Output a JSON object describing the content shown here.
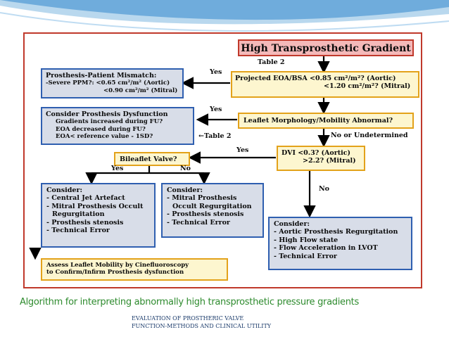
{
  "boxes": {
    "high_gradient": "High Transprosthetic Gradient",
    "eoa_bsa": [
      "Projected EOA/BSA <0.85 cm²/m²? (Aortic)",
      "<1.20 cm²/m²? (Mitral)"
    ],
    "ppm": [
      "Prosthesis-Patient Mismatch:",
      "-Severe PPM?: <0.65 cm²/m² (Aortic)",
      "<0.90 cm²/m² (Mitral)"
    ],
    "leaflet": "Leaflet Morphology/Mobility Abnormal?",
    "dysfunction": [
      "Consider Prosthesis Dysfunction",
      "Gradients increased during FU?",
      "EOA decreased during FU?",
      "EOA< reference value - 1SD?"
    ],
    "dvi": [
      "DVI <0.3? (Aortic)",
      ">2.2? (Mitral)"
    ],
    "bileaflet": "Bileaflet Valve?",
    "consider_left": [
      "Consider:",
      "- Central Jet Artefact",
      "- Mitral Prosthesis Occult",
      "Regurgitation",
      "- Prosthesis stenosis",
      "- Technical Error"
    ],
    "consider_mid": [
      "Consider:",
      "- Mitral Prosthesis",
      "Occult Regurgitation",
      "- Prosthesis stenosis",
      "- Technical Error"
    ],
    "consider_right": [
      "Consider:",
      "- Aortic Prosthesis Regurgitation",
      "- High Flow state",
      "- Flow Acceleration in LVOT",
      "- Technical Error"
    ],
    "assess": [
      "Assess Leaflet Mobility by Cinefluoroscopy",
      "to Confirm/Infirm Prosthesis dysfunction"
    ]
  },
  "labels": {
    "table2_top": "Table 2",
    "yes1": "Yes",
    "yes2": "Yes",
    "table2_mid": "←Table 2",
    "no_undet": "No or Undetermined",
    "yes3": "Yes",
    "yes4": "Yes",
    "no1": "No",
    "no2": "No"
  },
  "caption": "Algorithm for interpreting abnormally high transprosthetic pressure gradients",
  "footer": [
    "EVALUATION OF PROSTHERIC VALVE",
    "FUNCTION-METHODS AND CLINICAL UTILITY"
  ],
  "colors": {
    "blue_border": "#2f5fb0",
    "yellow_border": "#e3a21a",
    "red_border": "#c0392b",
    "caption": "#2e8b2e"
  }
}
